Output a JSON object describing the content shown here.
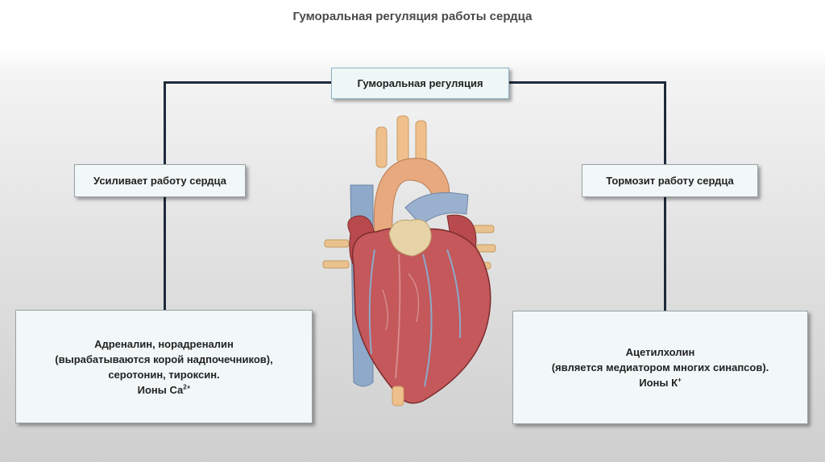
{
  "title": "Гуморальная регуляция работы сердца",
  "root": {
    "label": "Гуморальная регуляция"
  },
  "left": {
    "label": "Усиливает работу сердца",
    "lines": [
      "Адреналин, норадреналин",
      "(вырабатываются корой надпочечников),",
      "серотонин, тироксин."
    ],
    "ions_prefix": "Ионы Са",
    "ions_sup": "2+"
  },
  "right": {
    "label": "Тормозит работу сердца",
    "lines": [
      "Ацетилхолин",
      "(является медиатором многих синапсов)."
    ],
    "ions_prefix": "Ионы К",
    "ions_sup": "+"
  },
  "colors": {
    "connector": "#1e2a3a",
    "box_fill": "#f2f8f8",
    "heart_muscle": "#c4585a",
    "aorta": "#e8a97e",
    "vessels_blue": "#8ea9c9"
  },
  "image": {
    "icon": "heart-illustration"
  }
}
